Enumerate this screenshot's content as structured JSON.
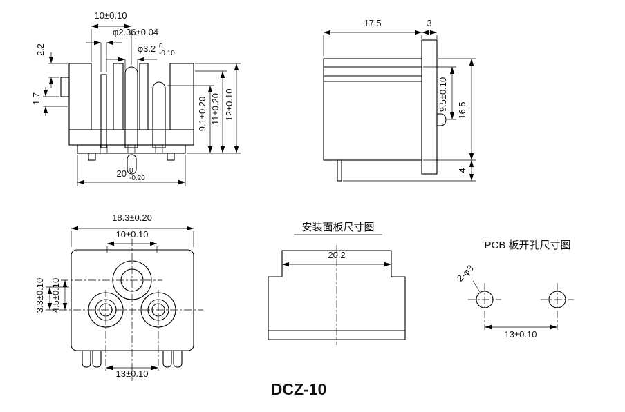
{
  "drawing_title": "DCZ-10",
  "section_view": {
    "dim_pitch": "10±0.10",
    "dim_pin_dia": "φ2.36±0.04",
    "dim_hole_dia": "φ3.2",
    "dim_hole_tol_top": "0",
    "dim_hole_tol_bot": "-0.10",
    "dim_step": "2.2",
    "dim_notch": "1.7",
    "dim_h1": "9.1±0.20",
    "dim_h2": "11±0.20",
    "dim_h3": "12±0.10",
    "dim_width": "20",
    "dim_width_tol_top": "0",
    "dim_width_tol_bot": "-0.20"
  },
  "side_view": {
    "dim_depth": "17.5",
    "dim_flange": "3",
    "dim_pin_height": "9.5±0.10",
    "dim_height": "16.5",
    "dim_leg": "4"
  },
  "front_view": {
    "dim_width": "18.3±0.20",
    "dim_inner": "10±0.10",
    "dim_v1": "3.3±0.10",
    "dim_v2": "4.5±0.10",
    "dim_feet": "13±0.10"
  },
  "panel_view": {
    "title": "安装面板尺寸图",
    "dim_cutout": "20.2"
  },
  "pcb_view": {
    "title": "PCB 板开孔尺寸图",
    "dim_holes": "2-φ3",
    "dim_pitch": "13±0.10"
  }
}
